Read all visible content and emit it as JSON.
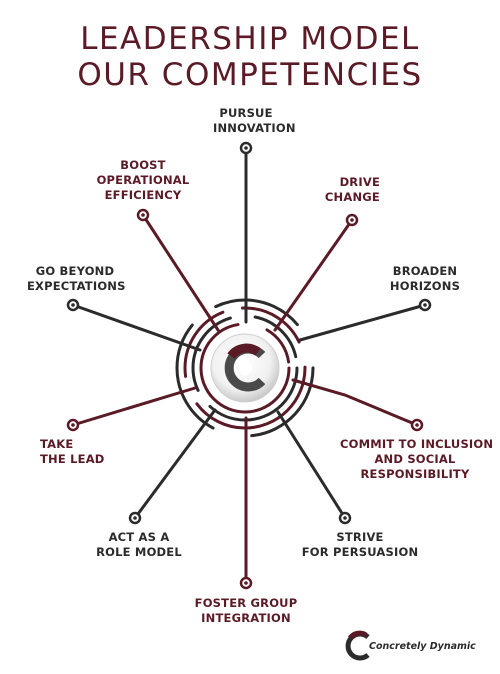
{
  "title": {
    "line1": "LEADERSHIP MODEL",
    "line2": "OUR COMPETENCIES"
  },
  "colors": {
    "maroon": "#5a1a26",
    "dark": "#2b2b2b"
  },
  "center": {
    "icon": "concretely-dynamic-c-logo-icon"
  },
  "competencies": {
    "pursue_innovation": {
      "line1": "PURSUE",
      "line2": "INNOVATION"
    },
    "boost_operational_efficiency": {
      "line1": "BOOST",
      "line2": "OPERATIONAL",
      "line3": "EFFICIENCY"
    },
    "drive_change": {
      "line1": "DRIVE",
      "line2": "CHANGE"
    },
    "go_beyond_expectations": {
      "line1": "GO BEYOND",
      "line2": "EXPECTATIONS"
    },
    "broaden_horizons": {
      "line1": "BROADEN",
      "line2": "HORIZONS"
    },
    "take_the_lead": {
      "line1": "TAKE",
      "line2": "THE LEAD"
    },
    "commit_to_inclusion": {
      "line1": "COMMIT TO INCLUSION",
      "line2": "AND SOCIAL",
      "line3": "RESPONSIBILITY"
    },
    "act_as_role_model": {
      "line1": "ACT AS A",
      "line2": "ROLE MODEL"
    },
    "strive_for_persuasion": {
      "line1": "STRIVE",
      "line2": "FOR PERSUASION"
    },
    "foster_group_integration": {
      "line1": "FOSTER GROUP",
      "line2": "INTEGRATION"
    }
  },
  "brand": {
    "name": "Concretely Dynamic",
    "icon": "concretely-dynamic-logo-icon"
  }
}
